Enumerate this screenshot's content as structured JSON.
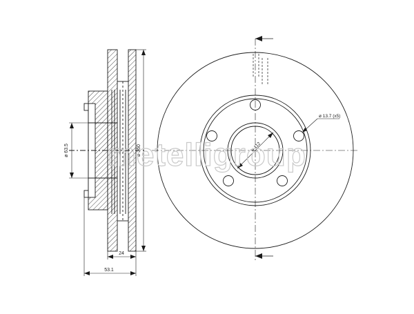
{
  "watermark": {
    "text": "metelligroup"
  },
  "side_view": {
    "dims": {
      "hub_diameter": "ø 63.5",
      "disc_diameter": "ø 260",
      "thickness": "24",
      "total_height": "53.1"
    }
  },
  "front_view": {
    "dims": {
      "bolt_hole": "ø 13.7 (x5)",
      "pcd": "ø 112"
    }
  },
  "colors": {
    "line": "#1a1a1a",
    "watermark": "#c9c9c9"
  }
}
